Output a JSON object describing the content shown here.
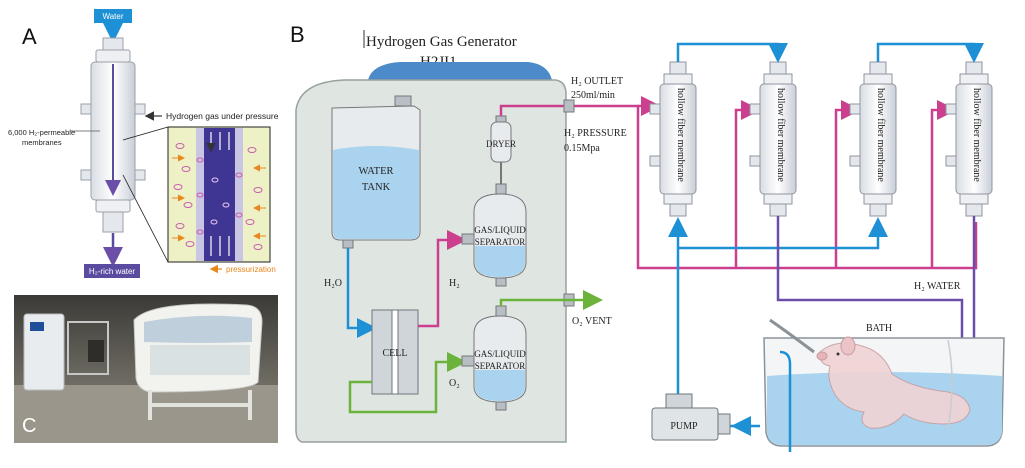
{
  "panels": {
    "a": "A",
    "b": "B",
    "c": "C"
  },
  "panel_a": {
    "water": "Water",
    "hydrogen_gas": "Hydrogen gas under pressure",
    "membranes_line1": "6,000 H₂-permeable",
    "membranes_line2": "membranes",
    "h2_rich_water": "H₂-rich water",
    "pressurization": "pressurization"
  },
  "panel_b": {
    "title_line1": "Hydrogen Gas Generator",
    "title_line2": "H2JI1",
    "water_tank_line1": "WATER",
    "water_tank_line2": "TANK",
    "dryer": "DRYER",
    "separator_line1": "GAS/LIQUID",
    "separator_line2": "SEPARATOR",
    "cell": "CELL",
    "h2o": "H₂O",
    "h2": "H₂",
    "o2": "O₂",
    "h2_outlet": "H₂ OUTLET",
    "flow_rate": "250ml/min",
    "h2_pressure": "H₂ PRESSURE",
    "pressure_value": "0.15Mpa",
    "o2_vent": "O₂ VENT",
    "hollow_fiber": "hollow fiber membrane",
    "h2_water": "H₂ WATER",
    "bath": "BATH",
    "pump": "PUMP"
  },
  "colors": {
    "water_blue": "#1e90d6",
    "hydrogen_magenta": "#cc3e8e",
    "oxygen_green": "#6bb33a",
    "h2_water_purple": "#6a4ea8",
    "water_fill": "#a9d3ef",
    "generator_body": "#dfe6e2"
  },
  "icons": [
    "water-tank-icon",
    "dryer-icon",
    "separator-icon",
    "electrolysis-cell-icon",
    "pump-icon",
    "bath-tub-icon",
    "pig-icon",
    "hollow-fiber-module-icon"
  ]
}
